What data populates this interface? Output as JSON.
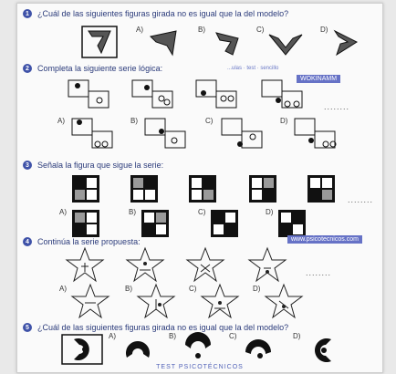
{
  "q1": {
    "number": "1",
    "text": "¿Cuál de las siguientes figuras girada no es igual que la del modelo?",
    "options": [
      "A)",
      "B)",
      "C)",
      "D)"
    ]
  },
  "q2": {
    "number": "2",
    "text": "Completa la siguiente serie lógica:",
    "stamp": "WOKINAMM",
    "stamp2": "...ulas · test · sencillo",
    "dots": "........",
    "options": [
      "A)",
      "B)",
      "C)",
      "D)"
    ]
  },
  "q3": {
    "number": "3",
    "text": "Señala la figura que sigue la serie:",
    "dots": "........",
    "options": [
      "A)",
      "B)",
      "C)",
      "D)"
    ]
  },
  "q4": {
    "number": "4",
    "text": "Continúa la serie propuesta:",
    "stamp": "www.psicotecnicos.com",
    "dots": "........",
    "options": [
      "A)",
      "B)",
      "C)",
      "D)"
    ]
  },
  "q5": {
    "number": "5",
    "text": "¿Cuál de las siguientes figuras girada no es igual que la del modelo?",
    "options": [
      "A)",
      "B)",
      "C)",
      "D)"
    ]
  },
  "footer": "TEST PSICOTÉCNICOS"
}
